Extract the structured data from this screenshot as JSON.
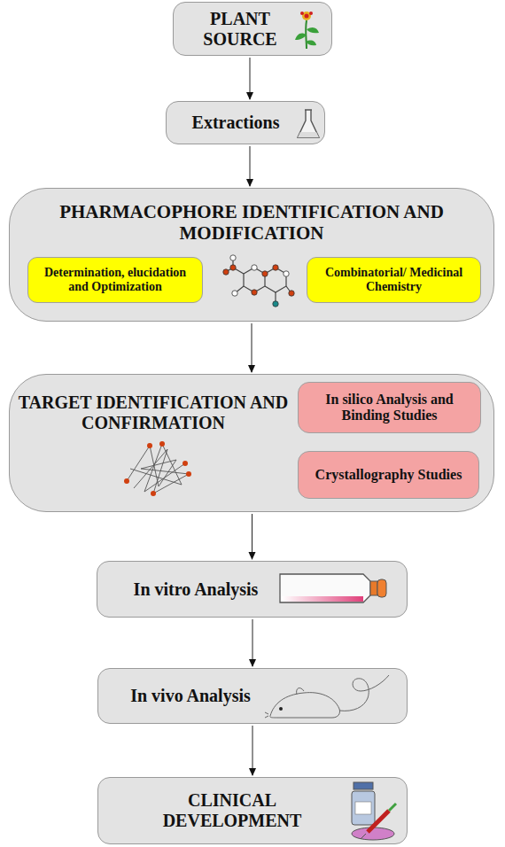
{
  "diagram": {
    "nodes": [
      {
        "text": [
          "PLANT SOURCE"
        ]
      },
      {
        "text": [
          "Extractions"
        ]
      },
      {
        "text": [
          "PHARMACOPHORE IDENTIFICATION AND MODIFICATION"
        ]
      },
      {
        "text": [
          "Determination, elucidation and Optimization"
        ],
        "in": 2
      },
      {
        "text": [
          "Combinatorial/ Medicinal Chemistry"
        ],
        "in": 2
      },
      {
        "text": [
          "TARGET IDENTIFICATION AND CONFIRMATION"
        ]
      },
      {
        "text": [
          "In silico Analysis and Binding Studies"
        ],
        "in": 5
      },
      {
        "text": [
          "Crystallography Studies"
        ],
        "in": 5
      },
      {
        "text": [
          "In vitro Analysis"
        ]
      },
      {
        "text": [
          "In vivo Analysis"
        ]
      },
      {
        "text": [
          "CLINICAL DEVELOPMENT"
        ]
      }
    ],
    "edges": [
      {
        "from": 0,
        "to": 1,
        "arrow": "to"
      },
      {
        "from": 1,
        "to": 2,
        "arrow": "to"
      },
      {
        "from": 2,
        "to": 5,
        "arrow": "to"
      },
      {
        "from": 5,
        "to": 8,
        "arrow": "to"
      },
      {
        "from": 8,
        "to": 9,
        "arrow": "to"
      },
      {
        "from": 9,
        "to": 10,
        "arrow": "to"
      }
    ]
  }
}
